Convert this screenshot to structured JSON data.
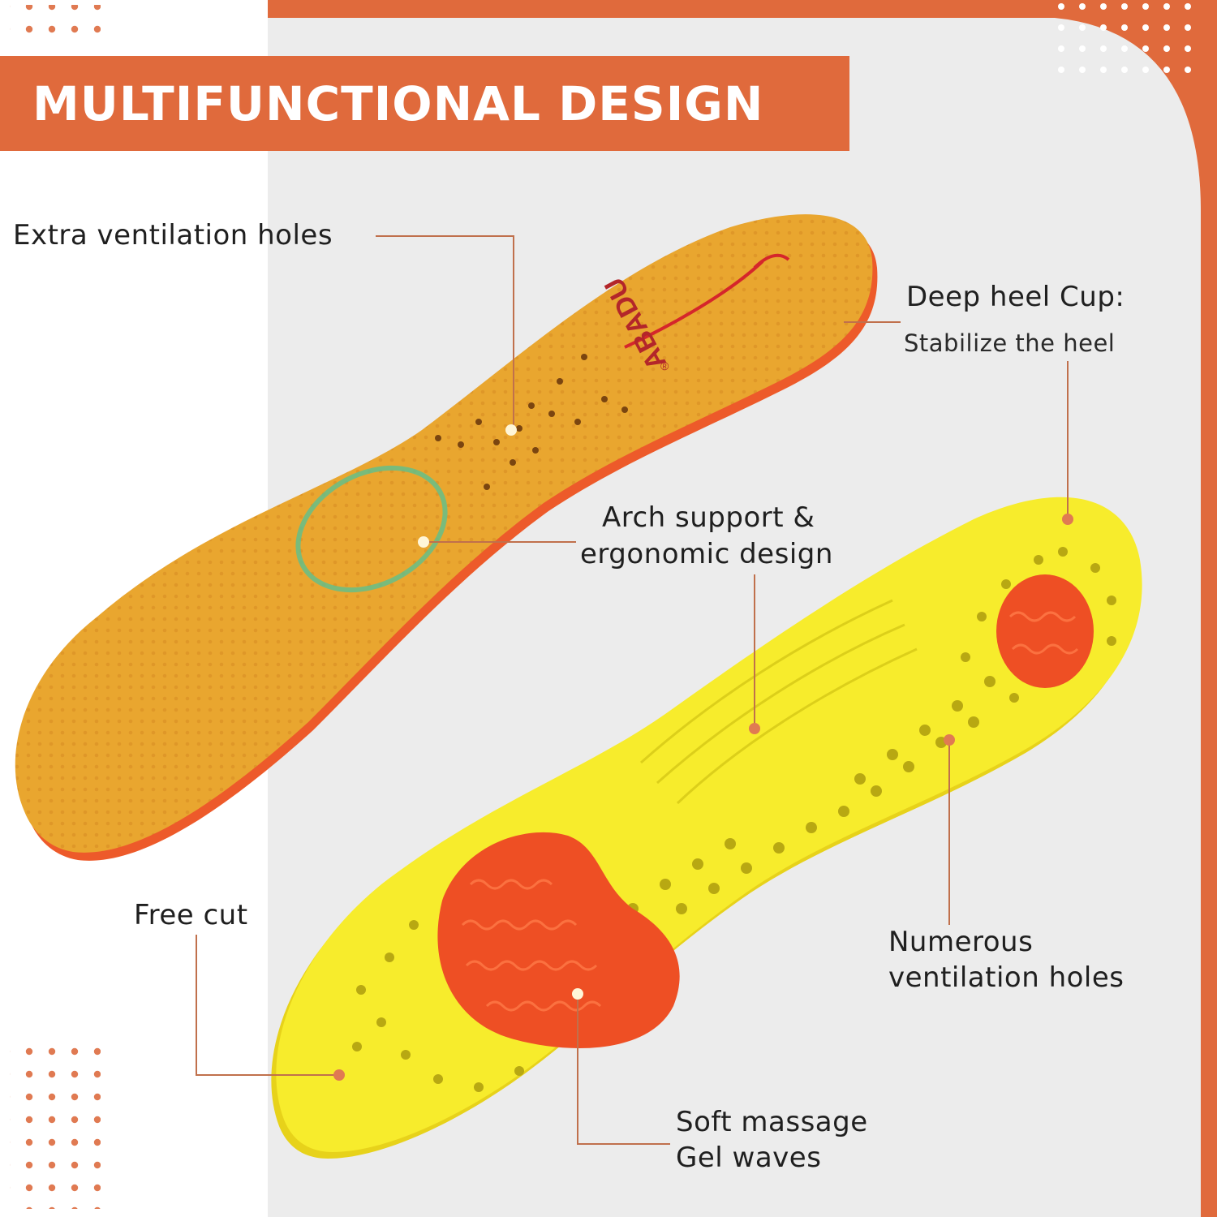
{
  "title": "MULTIFUNCTIONAL DESIGN",
  "brand": {
    "logo_text": "ABADU",
    "mark": "®"
  },
  "callouts": {
    "extra_ventilation": "Extra ventilation holes",
    "deep_heel_cup": "Deep heel Cup:",
    "stabilize_heel": "Stabilize the heel",
    "arch_support_line1": "Arch support &",
    "arch_support_line2": "ergonomic design",
    "free_cut": "Free cut",
    "numerous_line1": "Numerous",
    "numerous_line2": "ventilation holes",
    "soft_massage_line1": "Soft massage",
    "gel_waves_line2": "Gel waves"
  },
  "colors": {
    "accent": "#e06a3c",
    "panel": "#ececec",
    "insole_top": "#e8a42c",
    "insole_bottom": "#f6ea2a",
    "gel": "#ee4f24",
    "dot": "#e07a52"
  }
}
